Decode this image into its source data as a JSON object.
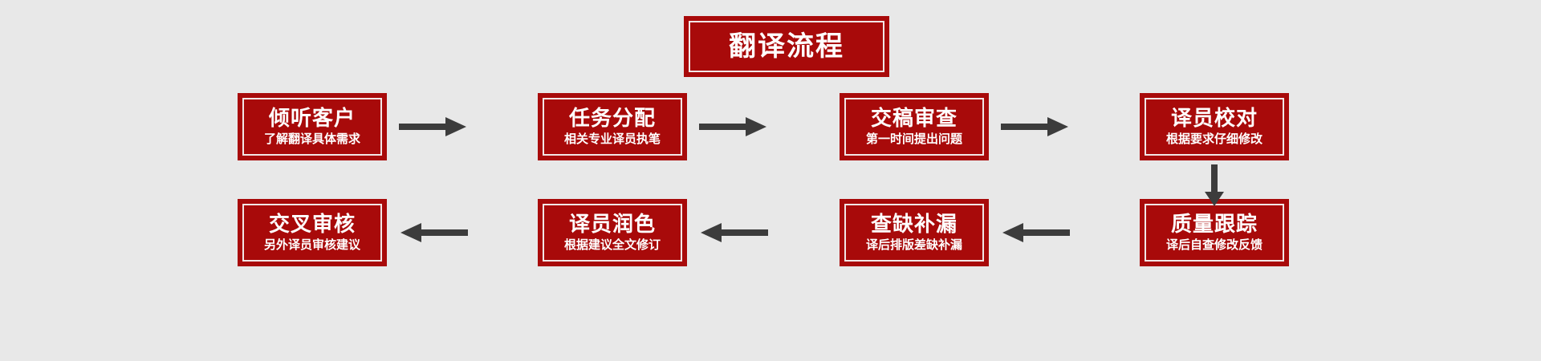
{
  "background_color": "#e8e8e8",
  "box_color": "#a80a0a",
  "box_inner_border_color": "#f2e6e6",
  "text_color": "#ffffff",
  "arrow_color": "#3c3c3c",
  "title": {
    "text": "翻译流程"
  },
  "row1": {
    "steps": [
      {
        "title": "倾听客户",
        "subtitle": "了解翻译具体需求"
      },
      {
        "title": "任务分配",
        "subtitle": "相关专业译员执笔"
      },
      {
        "title": "交稿审查",
        "subtitle": "第一时间提出问题"
      },
      {
        "title": "译员校对",
        "subtitle": "根据要求仔细修改"
      }
    ]
  },
  "row2": {
    "steps": [
      {
        "title": "交叉审核",
        "subtitle": "另外译员审核建议"
      },
      {
        "title": "译员润色",
        "subtitle": "根据建议全文修订"
      },
      {
        "title": "查缺补漏",
        "subtitle": "译后排版差缺补漏"
      },
      {
        "title": "质量跟踪",
        "subtitle": "译后自查修改反馈"
      }
    ]
  },
  "arrows": {
    "right_1": "arrow-right",
    "right_2": "arrow-right",
    "right_3": "arrow-right",
    "down_1": "arrow-down",
    "left_1": "arrow-left",
    "left_2": "arrow-left",
    "left_3": "arrow-left"
  }
}
